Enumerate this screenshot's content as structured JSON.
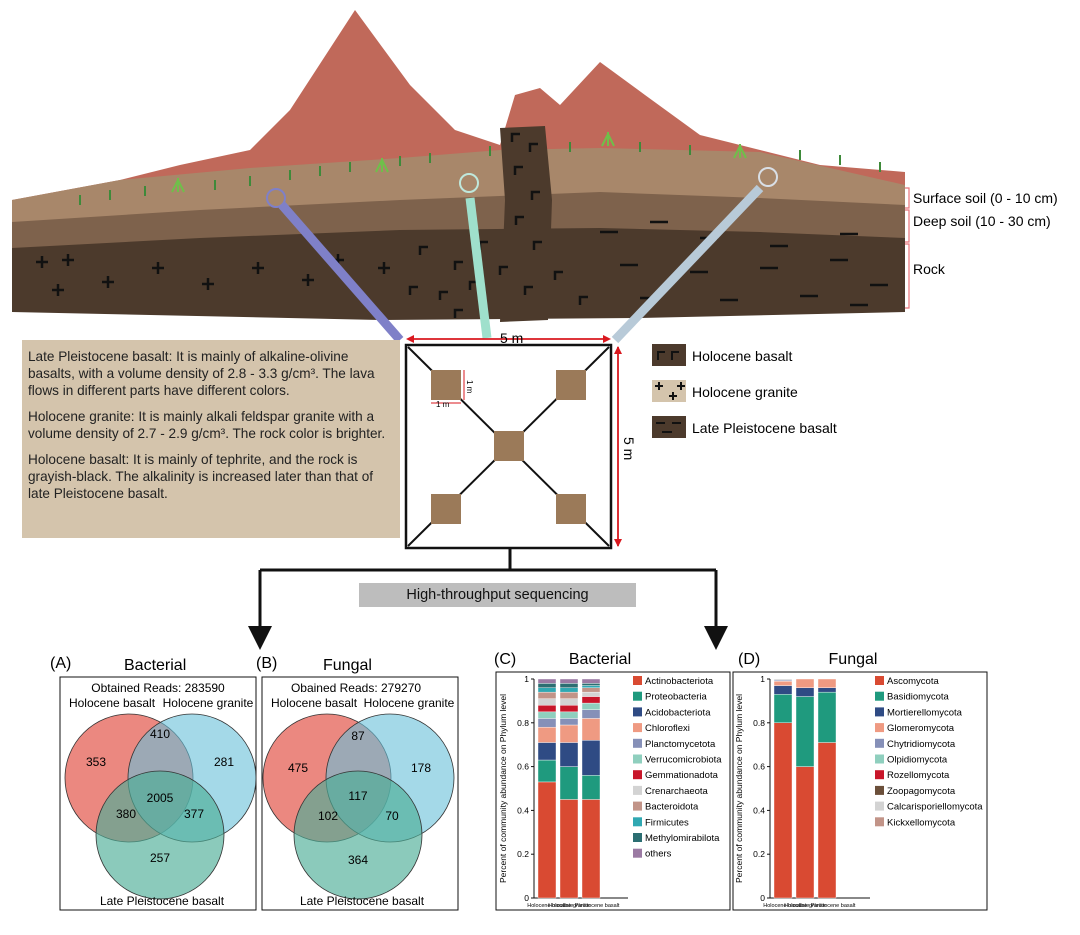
{
  "layer_labels": {
    "surface": "Surface soil (0 - 10 cm)",
    "deep": "Deep soil (10 - 30 cm)",
    "rock": "Rock"
  },
  "plot": {
    "width_label": "5 m",
    "height_label": "5 m",
    "subplot_h_label": "1 m",
    "subplot_w_label": "1 m"
  },
  "legend": [
    {
      "key": "holocene-basalt",
      "label": "Holocene basalt"
    },
    {
      "key": "holocene-granite",
      "label": "Holocene granite"
    },
    {
      "key": "late-pleistocene-basalt",
      "label": "Late Pleistocene basalt"
    }
  ],
  "descriptions": [
    "Late Pleistocene basalt: It is mainly of alkaline-olivine basalts, with a volume density of 2.8 - 3.3 g/cm³. The lava flows in different parts have different colors.",
    "Holocene granite: It is mainly alkali feldspar granite with a volume density of 2.7 - 2.9 g/cm³. The rock color is brighter.",
    "Holocene basalt: It is mainly of tephrite, and the rock is grayish-black. The alkalinity is increased later than that of late Pleistocene basalt."
  ],
  "sequencing_label": "High-throughput sequencing",
  "colors": {
    "venn_holocene_basalt": "#e8736a",
    "venn_holocene_granite": "#68c0d8",
    "venn_late_pleistocene": "#4dae96",
    "sky_mountain": "#c0695a",
    "surface_soil": "#9c7c5e",
    "deep_soil": "#6e5442",
    "rock": "#4c3a2c"
  },
  "venn_a": {
    "panel": "(A)",
    "title": "Bacterial",
    "reads": "Obtained Reads: 283590",
    "labels": [
      "Holocene basalt",
      "Holocene granite",
      "Late Pleistocene basalt"
    ],
    "counts": {
      "a": "353",
      "b": "281",
      "c": "257",
      "ab": "410",
      "ac": "380",
      "bc": "377",
      "abc": "2005"
    }
  },
  "venn_b": {
    "panel": "(B)",
    "title": "Fungal",
    "reads": "Obained Reads: 279270",
    "labels": [
      "Holocene basalt",
      "Holocene granite",
      "Late Pleistocene basalt"
    ],
    "counts": {
      "a": "475",
      "b": "178",
      "c": "364",
      "ab": "87",
      "ac": "102",
      "bc": "70",
      "abc": "117"
    }
  },
  "chart_data": [
    {
      "type": "bar",
      "stacked": true,
      "panel": "(C)",
      "title": "Bacterial",
      "ylabel": "Percent of community abundance on Phylum level",
      "ylim": [
        0,
        1
      ],
      "yticks": [
        "0",
        "0.2",
        "0.4",
        "0.6",
        "0.8",
        "1"
      ],
      "categories": [
        "Holocene basalt",
        "Holocene granite",
        "Late Pleistocene basalt"
      ],
      "series": [
        {
          "name": "Actinobacteriota",
          "color": "#d94a32",
          "values": [
            0.53,
            0.45,
            0.45
          ]
        },
        {
          "name": "Proteobacteria",
          "color": "#1f9a7e",
          "values": [
            0.1,
            0.15,
            0.11
          ]
        },
        {
          "name": "Acidobacteriota",
          "color": "#2f4b84",
          "values": [
            0.08,
            0.11,
            0.16
          ]
        },
        {
          "name": "Chloroflexi",
          "color": "#ef9a82",
          "values": [
            0.07,
            0.08,
            0.1
          ]
        },
        {
          "name": "Planctomycetota",
          "color": "#8690b8",
          "values": [
            0.04,
            0.03,
            0.04
          ]
        },
        {
          "name": "Verrucomicrobiota",
          "color": "#8fcfbe",
          "values": [
            0.03,
            0.03,
            0.03
          ]
        },
        {
          "name": "Gemmationadota",
          "color": "#c8162a",
          "values": [
            0.03,
            0.03,
            0.03
          ]
        },
        {
          "name": "Crenarchaeota",
          "color": "#d3d3d3",
          "values": [
            0.03,
            0.03,
            0.02
          ]
        },
        {
          "name": "Bacteroidota",
          "color": "#c29488",
          "values": [
            0.03,
            0.03,
            0.02
          ]
        },
        {
          "name": "Firmicutes",
          "color": "#30a8b2",
          "values": [
            0.02,
            0.02,
            0.01
          ]
        },
        {
          "name": "Methylomirabilota",
          "color": "#2c6e72",
          "values": [
            0.02,
            0.02,
            0.01
          ]
        },
        {
          "name": "others",
          "color": "#9b7aa3",
          "values": [
            0.02,
            0.02,
            0.02
          ]
        }
      ]
    },
    {
      "type": "bar",
      "stacked": true,
      "panel": "(D)",
      "title": "Fungal",
      "ylabel": "Percent of community abundance on Phylum level",
      "ylim": [
        0,
        1
      ],
      "yticks": [
        "0",
        "0.2",
        "0.4",
        "0.6",
        "0.8",
        "1"
      ],
      "categories": [
        "Holocene basalt",
        "Holocene granite",
        "Late Pleistocene basalt"
      ],
      "series": [
        {
          "name": "Ascomycota",
          "color": "#d94a32",
          "values": [
            0.8,
            0.6,
            0.71
          ]
        },
        {
          "name": "Basidiomycota",
          "color": "#1f9a7e",
          "values": [
            0.13,
            0.32,
            0.23
          ]
        },
        {
          "name": "Mortierellomycota",
          "color": "#2f4b84",
          "values": [
            0.04,
            0.04,
            0.02
          ]
        },
        {
          "name": "Glomeromycota",
          "color": "#ef9a82",
          "values": [
            0.02,
            0.04,
            0.04
          ]
        },
        {
          "name": "Chytridiomycota",
          "color": "#8690b8",
          "values": [
            0.005,
            0.0,
            0.0
          ]
        },
        {
          "name": "Olpidiomycota",
          "color": "#8fcfbe",
          "values": [
            0.0,
            0.0,
            0.0
          ]
        },
        {
          "name": "Rozellomycota",
          "color": "#c8162a",
          "values": [
            0.0,
            0.0,
            0.0
          ]
        },
        {
          "name": "Zoopagomycota",
          "color": "#6b4f3a",
          "values": [
            0.0,
            0.0,
            0.0
          ]
        },
        {
          "name": "Calcarisporiellomycota",
          "color": "#d3d3d3",
          "values": [
            0.005,
            0.0,
            0.0
          ]
        },
        {
          "name": "Kickxellomycota",
          "color": "#c29488",
          "values": [
            0.0,
            0.0,
            0.0
          ]
        }
      ]
    }
  ]
}
